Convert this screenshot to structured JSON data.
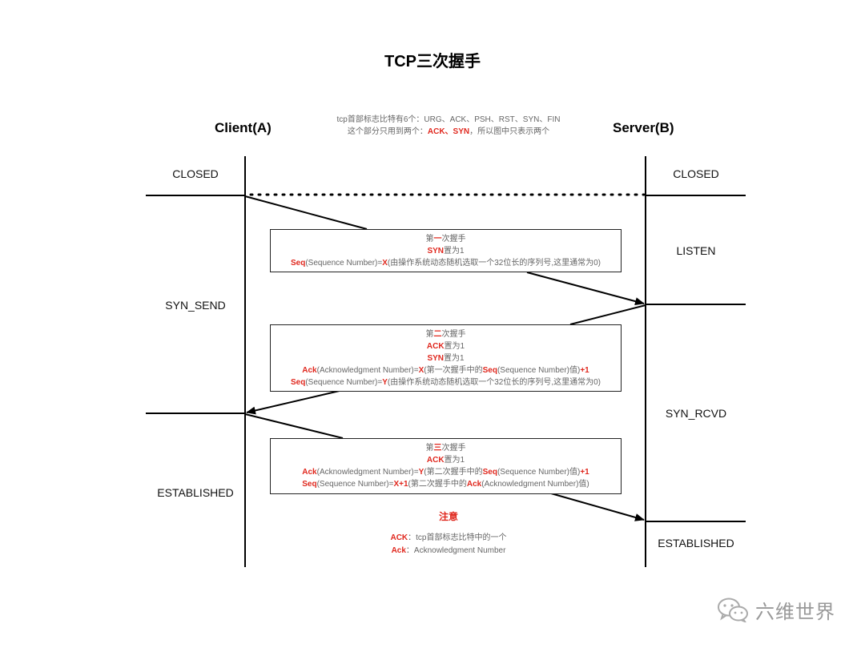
{
  "title": "TCP三次握手",
  "client_label": "Client(A)",
  "server_label": "Server(B)",
  "flags_note": {
    "line1": "tcp首部标志比特有6个：URG、ACK、PSH、RST、SYN、FIN",
    "line2_prefix": "这个部分只用到两个：",
    "line2_flags": "ACK、SYN",
    "line2_suffix": "，所以图中只表示两个"
  },
  "client_states": {
    "closed": "CLOSED",
    "syn_send": "SYN_SEND",
    "established": "ESTABLISHED"
  },
  "server_states": {
    "closed": "CLOSED",
    "listen": "LISTEN",
    "syn_rcvd": "SYN_RCVD",
    "established": "ESTABLISHED"
  },
  "handshake1": {
    "title_a": "第",
    "title_b": "一",
    "title_c": "次握手",
    "syn_flag": "SYN",
    "set1": "置为1",
    "seq_kw": "Seq",
    "seq_desc": "(Sequence Number)=",
    "seq_val": "X",
    "seq_note": "(由操作系统动态随机选取一个32位长的序列号,这里通常为0)"
  },
  "handshake2": {
    "title_a": "第",
    "title_b": "二",
    "title_c": "次握手",
    "ack_flag": "ACK",
    "syn_flag": "SYN",
    "set1": "置为1",
    "ack_kw": "Ack",
    "ack_desc": "(Acknowledgment Number)=",
    "ack_val": "X",
    "ack_note_a": "(第一次握手中的",
    "ack_note_kw": "Seq",
    "ack_note_b": "(Sequence Number)值)",
    "ack_plus": "+1",
    "seq_kw": "Seq",
    "seq_desc": "(Sequence Number)=",
    "seq_val": "Y",
    "seq_note": "(由操作系统动态随机选取一个32位长的序列号,这里通常为0)"
  },
  "handshake3": {
    "title_a": "第",
    "title_b": "三",
    "title_c": "次握手",
    "ack_flag": "ACK",
    "set1": "置为1",
    "ack_kw": "Ack",
    "ack_desc": "(Acknowledgment Number)=",
    "ack_val": "Y",
    "ack_note_a": "(第二次握手中的",
    "ack_note_kw": "Seq",
    "ack_note_b": "(Sequence Number)值)",
    "ack_plus": "+1",
    "seq_kw": "Seq",
    "seq_desc": "(Sequence Number)=",
    "seq_val": "X+1",
    "seq_note_a": "(第二次握手中的",
    "seq_note_kw": "Ack",
    "seq_note_b": "(Acknowledgment Number)值)"
  },
  "footnote": {
    "title": "注意",
    "line1_kw": "ACK",
    "line1_text": "：tcp首部标志比特中的一个",
    "line2_kw": "Ack",
    "line2_text": "：Acknowledgment Number"
  },
  "watermark": {
    "icon": "wechat-icon",
    "text": "六维世界"
  },
  "colors": {
    "highlight": "#e0281e",
    "note_text": "#666666",
    "line": "#000000"
  }
}
